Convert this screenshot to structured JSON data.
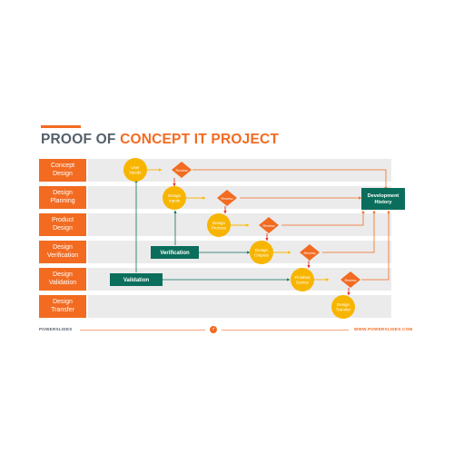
{
  "title": {
    "part1": "PROOF OF",
    "part2": "CONCEPT IT PROJECT"
  },
  "stages": [
    "Concept\nDesign",
    "Design\nPlanning",
    "Product\nDesign",
    "Design\nVerification",
    "Design\nValidation",
    "Design\nTransfer"
  ],
  "nodes": {
    "user_needs": "User\nNeeds",
    "design_inputs": "Design\nInputs",
    "design_process": "Design\nProcess",
    "design_outputs": "Design\nOutputs",
    "finished_device": "Finished\nDevice",
    "design_transfer": "Design\nTransfer"
  },
  "review_label": "Review",
  "boxes": {
    "development_history": "Development\nHistory",
    "verification": "Verification",
    "validation": "Validation"
  },
  "footer": {
    "brand_left": "POWERSLIDES",
    "page": "7",
    "brand_right": "WWW.POWERSLIDES.COM"
  },
  "colors": {
    "orange": "#f26b21",
    "yellow": "#f7b500",
    "teal": "#0b6e5c",
    "red": "#e8332a",
    "lane": "#ebebeb",
    "text_gray": "#555f6a"
  }
}
